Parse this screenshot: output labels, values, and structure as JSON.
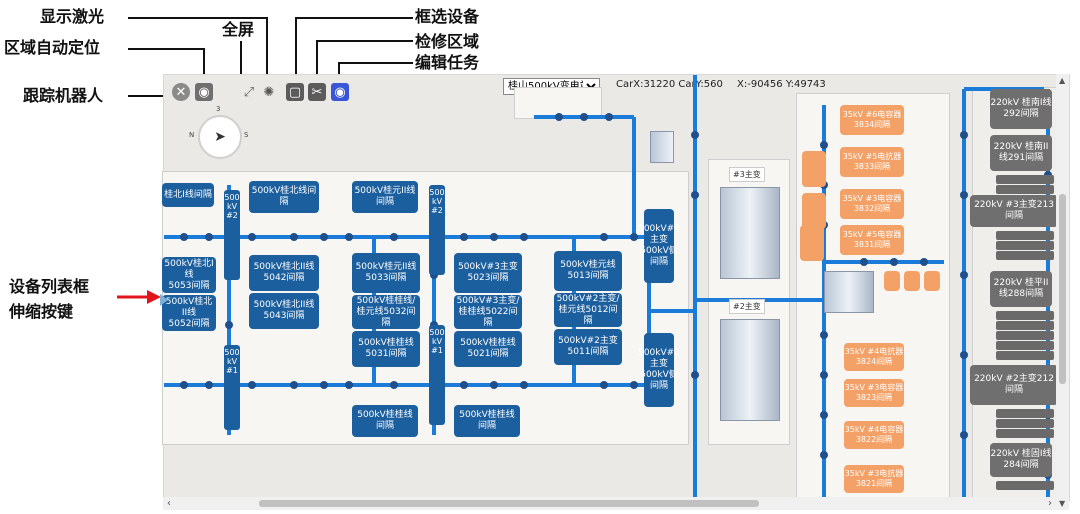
{
  "annotations": {
    "laser": "显示激光",
    "area_locate": "区域自动定位",
    "fullscreen": "全屏",
    "track_robot": "跟踪机器人",
    "box_select": "框选设备",
    "repair_area": "检修区域",
    "edit_task": "编辑任务",
    "device_list_toggle_line1": "设备列表框",
    "device_list_toggle_line2": "伸缩按键"
  },
  "toolbar": {
    "station": "桂山500kV变电站",
    "car_coords": "CarX:31220 CarY:560",
    "cursor_coords": "X:-90456 Y:49743"
  },
  "compass": {
    "label_n": "N",
    "label_s": "S",
    "number": "3"
  },
  "bays_left": [
    "桂北I线间隔",
    "500kV桂北I线\n5053间隔",
    "500kV桂北II线\n5052间隔"
  ],
  "bays_main": [
    "500kV桂北线间隔",
    "500kV桂元II线间隔",
    "500kV桂北II线\n5042间隔",
    "500kV桂北II线\n5043间隔",
    "500kV桂元II线\n5033间隔",
    "500kV桂桂线/桂元线5032间隔",
    "500kV桂桂线\n5031间隔",
    "500kV#3主变\n5023间隔",
    "500kV#3主变/桂桂线5022间隔",
    "500kV桂桂线\n5021间隔",
    "500kV桂元线\n5013间隔",
    "500kV#2主变/桂元线5012间隔",
    "500kV#2主变\n5011间隔",
    "500kV#3主变500kV侧间隔",
    "500kV#2主变500kV侧间隔",
    "500kV桂桂线间隔",
    "500kV桂桂线间隔"
  ],
  "vertical_bays": [
    "500kV#2",
    "500kV#1",
    "500kV#2",
    "500kV#1"
  ],
  "transformers": [
    "#3主变",
    "#2主变"
  ],
  "bays_35kv": [
    "35kV #6电容器3834间隔",
    "35kV #5电抗器3833间隔",
    "35kV #3电容器3832间隔",
    "35kV #5电容器3831间隔",
    "35kV #4电抗器3824间隔",
    "35kV #3电容器3823间隔",
    "35kV #4电容器3822间隔",
    "35kV #3电抗器3821间隔"
  ],
  "bays_220kv": [
    "220kV 桂南I线292间隔",
    "220kV 桂南II线291间隔",
    "220kV #3主变213间隔",
    "220kV 桂平II线288间隔",
    "220kV #2主变212间隔",
    "220kV 桂固I线284间隔"
  ],
  "colors": {
    "bay_blue": "#1c5f9e",
    "bus_blue": "#1a7bd8",
    "bay_orange": "#f3a167",
    "bay_gray": "#6f6f6f",
    "pointer_red": "#e0161c"
  },
  "icons": [
    "close-icon",
    "locate-icon",
    "fullscreen-icon",
    "laser-icon",
    "box-select-icon",
    "repair-icon",
    "eye-icon",
    "compass-icon",
    "triangle-right-icon"
  ]
}
